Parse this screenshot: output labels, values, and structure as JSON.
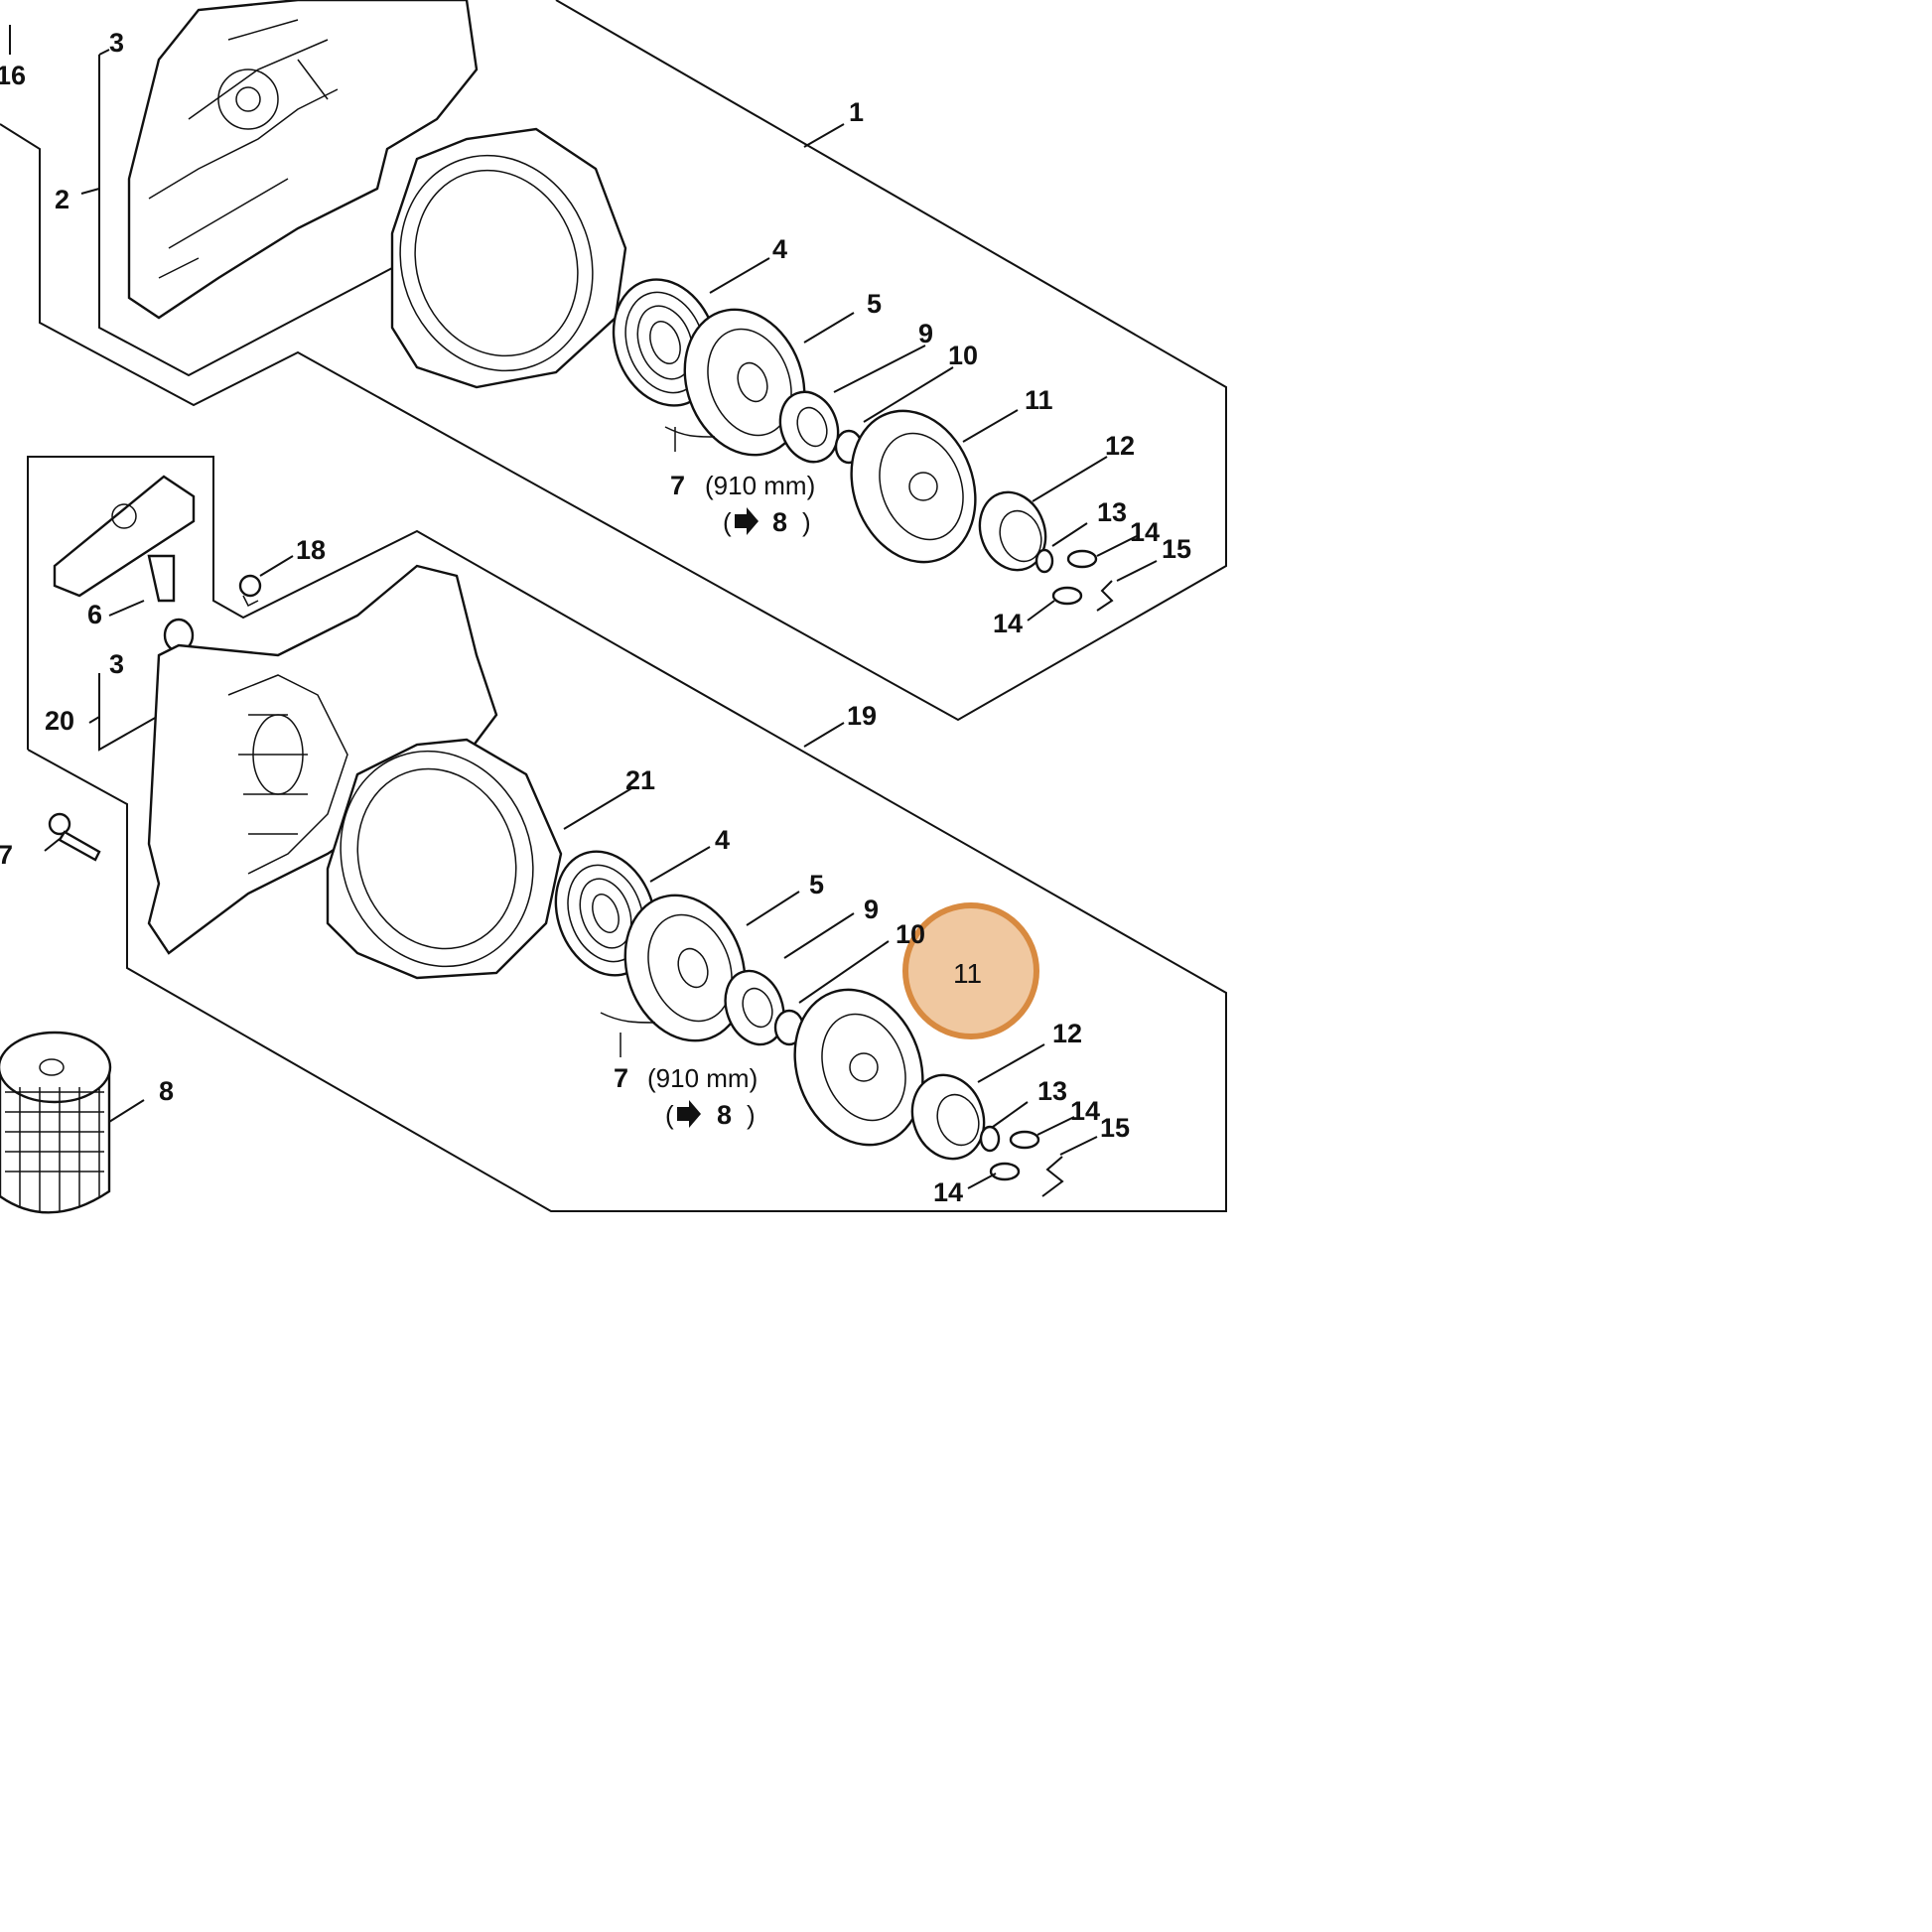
{
  "diagram": {
    "highlight_color": "#f0c8a0",
    "highlight_ring_color": "#d88a40",
    "highlighted_part": "11",
    "assembly_top": {
      "callouts": {
        "p16": "16",
        "p3": "3",
        "p2": "2",
        "p1": "1",
        "p4": "4",
        "p5": "5",
        "p9": "9",
        "p10": "10",
        "p11": "11",
        "p12": "12",
        "p13": "13",
        "p14a": "14",
        "p15": "15",
        "p14b": "14",
        "p7": "7"
      },
      "rope_length": "(910 mm)",
      "rope_ref": "8"
    },
    "assembly_bottom": {
      "callouts": {
        "p18": "18",
        "p6": "6",
        "p3": "3",
        "p20": "20",
        "p19": "19",
        "p21": "21",
        "p17": "7",
        "p4": "4",
        "p5": "5",
        "p9": "9",
        "p10": "10",
        "p11": "11",
        "p12": "12",
        "p13": "13",
        "p14a": "14",
        "p15": "15",
        "p14b": "14",
        "p7": "7",
        "p8": "8"
      },
      "rope_length": "(910 mm)",
      "rope_ref": "8"
    }
  }
}
